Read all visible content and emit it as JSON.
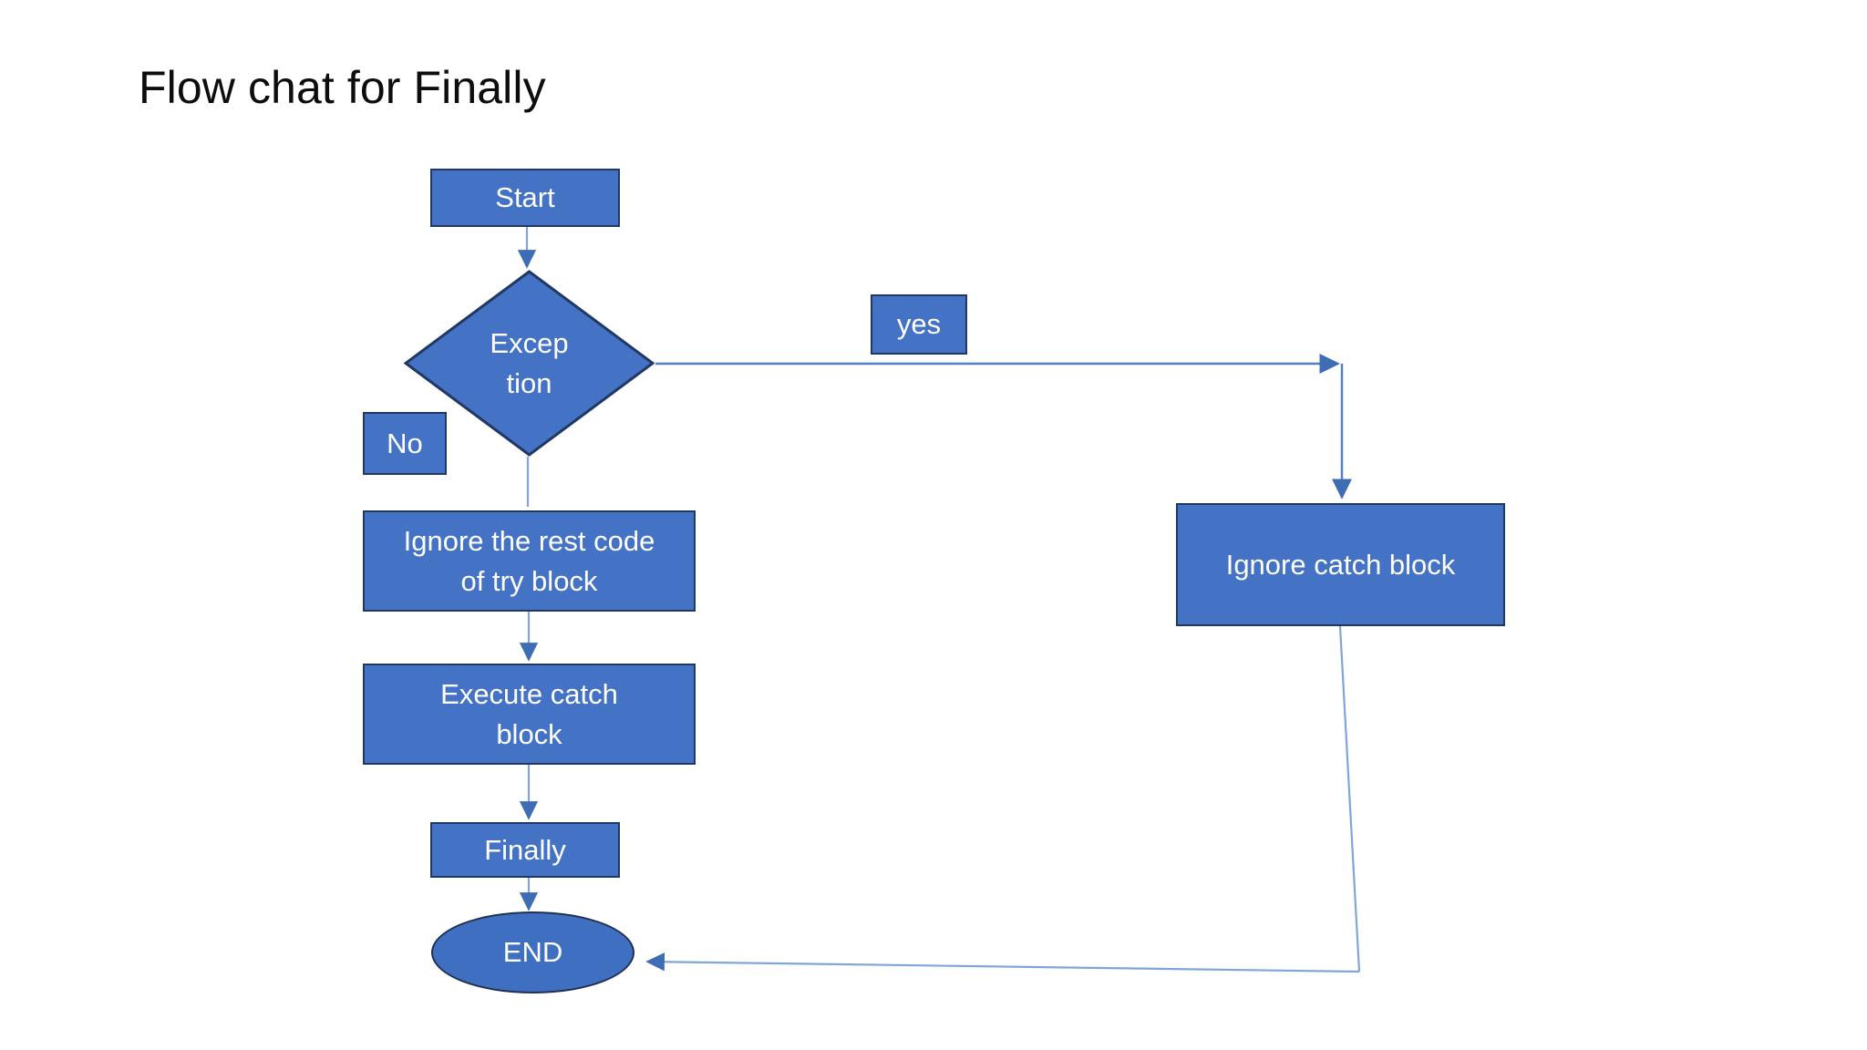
{
  "page": {
    "title": "Flow chat for Finally",
    "background": "#ffffff"
  },
  "colors": {
    "node_fill": "#4472C4",
    "node_border": "#1F3864",
    "node_text": "#FFFFFF",
    "connector": "#5B8DC8",
    "connector_arrow": "#3E6DB5",
    "title_text": "#0D0D0D"
  },
  "diagram": {
    "type": "flowchart",
    "nodes": [
      {
        "id": "start",
        "shape": "rectangle",
        "label": "Start"
      },
      {
        "id": "exception",
        "shape": "diamond",
        "label": "Exception",
        "label_line1": "Excep",
        "label_line2": "tion"
      },
      {
        "id": "yes_label",
        "shape": "rectangle",
        "label": "yes"
      },
      {
        "id": "no_label",
        "shape": "rectangle",
        "label": "No"
      },
      {
        "id": "ignore_try",
        "shape": "rectangle",
        "label": "Ignore the rest code of try block",
        "label_line1": "Ignore the rest code",
        "label_line2": "of try block"
      },
      {
        "id": "exec_catch",
        "shape": "rectangle",
        "label": "Execute catch block",
        "label_line1": "Execute catch",
        "label_line2": "block"
      },
      {
        "id": "finally",
        "shape": "rectangle",
        "label": "Finally"
      },
      {
        "id": "end",
        "shape": "ellipse",
        "label": "END"
      },
      {
        "id": "ignore_catch",
        "shape": "rectangle",
        "label": "Ignore catch block"
      }
    ],
    "edges": [
      {
        "from": "start",
        "to": "exception",
        "label": ""
      },
      {
        "from": "exception",
        "to": "ignore_catch",
        "label": "yes"
      },
      {
        "from": "exception",
        "to": "ignore_try",
        "label": "No"
      },
      {
        "from": "ignore_try",
        "to": "exec_catch",
        "label": ""
      },
      {
        "from": "exec_catch",
        "to": "finally",
        "label": ""
      },
      {
        "from": "finally",
        "to": "end",
        "label": ""
      },
      {
        "from": "ignore_catch",
        "to": "end",
        "label": ""
      }
    ]
  }
}
